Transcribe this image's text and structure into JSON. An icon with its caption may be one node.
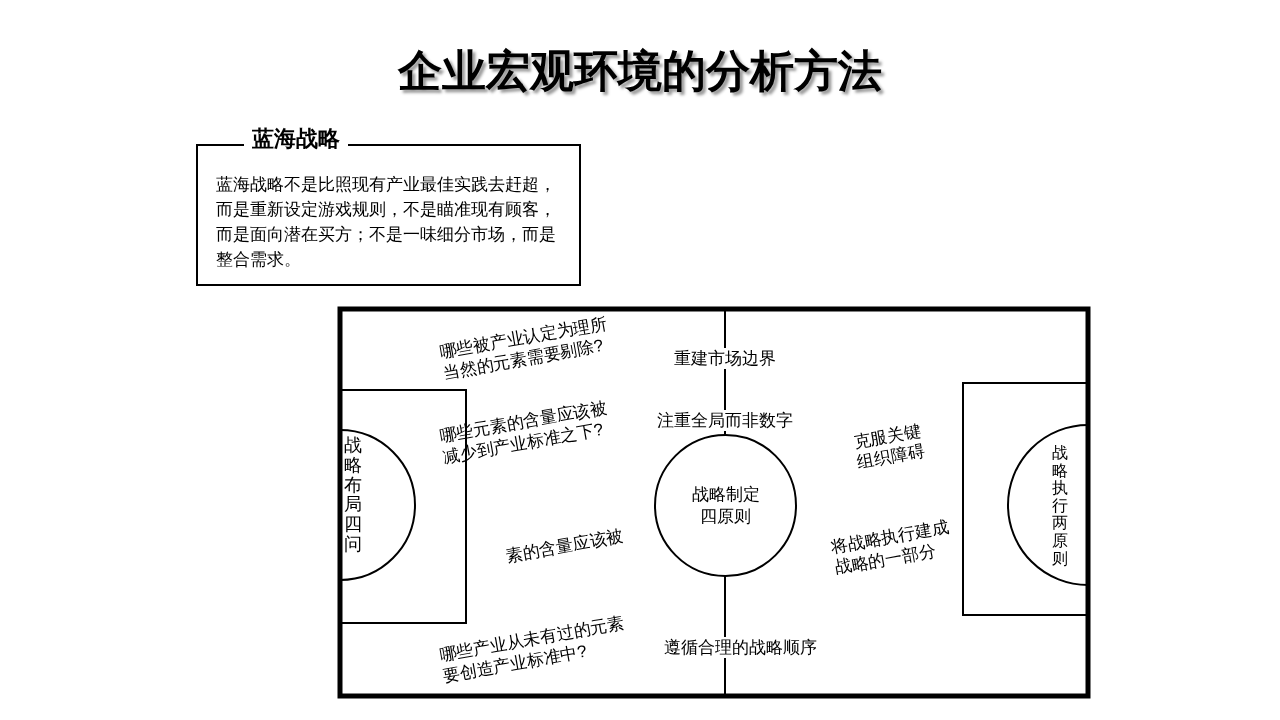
{
  "diagram": {
    "title": "企业宏观环境的分析方法",
    "nodes": [
      {
        "text": [
          "蓝海战略",
          "蓝海战略不是比照现有产业最佳实践去赶超，而是重新设定游戏规则，不是瞄准现有顾客，而是面向潜在买方；不是一味细分市场，而是整合需求。"
        ]
      },
      {
        "text": [
          "战略布局四问"
        ]
      },
      {
        "text": [
          "战略制定四原则"
        ]
      },
      {
        "text": [
          "战略执行两原则"
        ]
      }
    ],
    "labels": [
      "哪些被产业认定为理所当然的元素需要剔除?",
      "重建市场边界",
      "注重全局而非数字",
      "克服关键组织障碍",
      "哪些元素的含量应该被减少到产业标准之下?",
      "将战略执行建成战略的一部分",
      "素的含量应该被",
      "哪些产业从未有过的元素要创造产业标准中?",
      "遵循合理的战略顺序"
    ]
  }
}
